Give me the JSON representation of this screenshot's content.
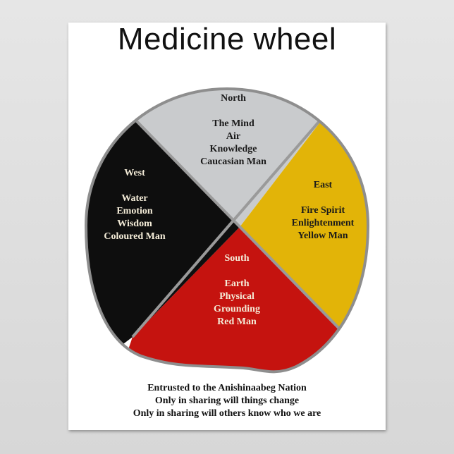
{
  "title": "Medicine wheel",
  "quadrants": {
    "north": {
      "direction": "North",
      "lines": [
        "The Mind",
        "Air",
        "Knowledge",
        "Caucasian Man"
      ],
      "color": "#c9cbcd"
    },
    "east": {
      "direction": "East",
      "lines": [
        "Fire Spirit",
        "Enlightenment",
        "Yellow Man"
      ],
      "color": "#e2b408"
    },
    "south": {
      "direction": "South",
      "lines": [
        "Earth",
        "Physical",
        "Grounding",
        "Red Man"
      ],
      "color": "#c5130f"
    },
    "west": {
      "direction": "West",
      "lines": [
        "Water",
        "Emotion",
        "Wisdom",
        "Coloured Man"
      ],
      "color": "#0e0e0e"
    }
  },
  "caption": [
    "Entrusted to the Anishinaabeg Nation",
    "Only in sharing will things change",
    "Only in sharing will others know who we are"
  ]
}
